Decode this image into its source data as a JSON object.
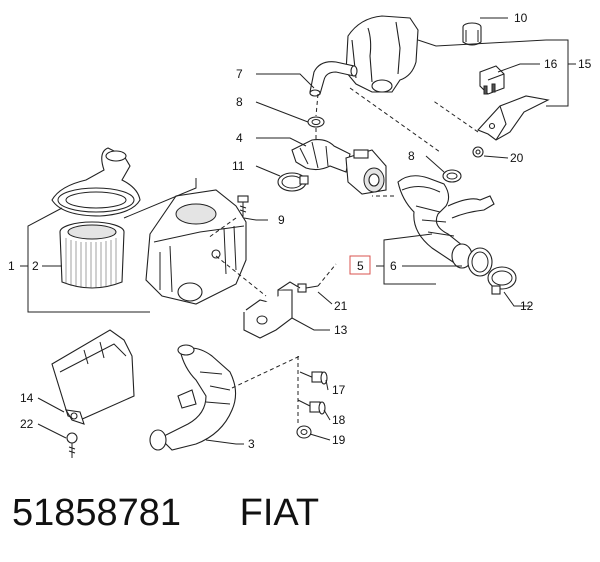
{
  "callouts": {
    "c1": "1",
    "c2": "2",
    "c3": "3",
    "c4": "4",
    "c5": "5",
    "c6": "6",
    "c7": "7",
    "c8a": "8",
    "c8b": "8",
    "c9": "9",
    "c10": "10",
    "c11": "11",
    "c12": "12",
    "c13": "13",
    "c14": "14",
    "c15": "15",
    "c16": "16",
    "c17": "17",
    "c18": "18",
    "c19": "19",
    "c20": "20",
    "c21": "21",
    "c22": "22"
  },
  "highlight": {
    "callout": "5",
    "color": "#d9534f"
  },
  "footer": {
    "part_number": "51858781",
    "brand": "FIAT"
  }
}
